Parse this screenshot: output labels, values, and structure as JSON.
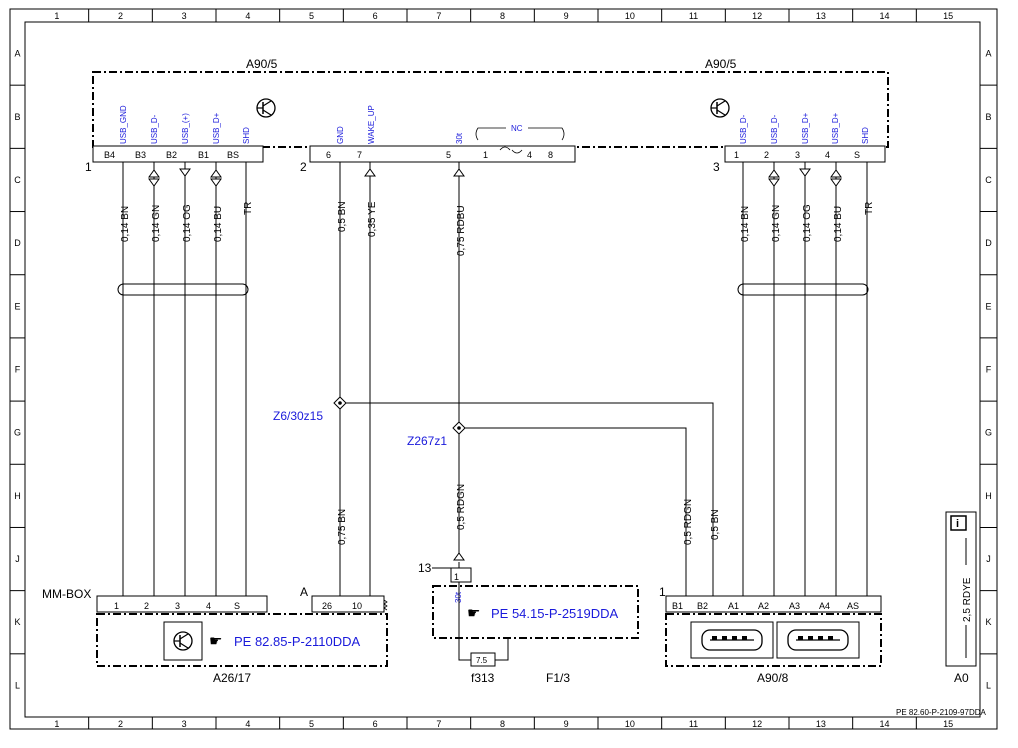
{
  "grid": {
    "columns": [
      "1",
      "2",
      "3",
      "4",
      "5",
      "6",
      "7",
      "8",
      "9",
      "10",
      "11",
      "12",
      "13",
      "14",
      "15"
    ],
    "rows": [
      "A",
      "B",
      "C",
      "D",
      "E",
      "F",
      "G",
      "H",
      "J",
      "K",
      "L"
    ]
  },
  "header": {
    "left_component": "A90/5",
    "right_component": "A90/5"
  },
  "connectors": {
    "c1": {
      "label": "1",
      "pins": [
        "B4",
        "B3",
        "B2",
        "B1",
        "BS"
      ],
      "signals": [
        "USB_GND",
        "USB_D-",
        "USB_(+)",
        "USB_D+",
        "SHD"
      ]
    },
    "c2": {
      "label": "2",
      "pins": [
        "6",
        "7",
        "5",
        "1",
        "4",
        "8"
      ],
      "signals": [
        "GND",
        "WAKE_UP",
        "30t"
      ],
      "nc": "NC"
    },
    "c3": {
      "label": "3",
      "pins": [
        "1",
        "2",
        "3",
        "4",
        "S"
      ],
      "signals": [
        "USB_D-",
        "USB_D-",
        "USB_D+",
        "USB_D+",
        "SHD"
      ]
    }
  },
  "wires": {
    "left": [
      "0,14 BN",
      "0,14 GN",
      "0,14 OG",
      "0,14 BU",
      "TR"
    ],
    "middle": [
      "0,5 BN",
      "0,35 YE",
      "0,75 RDBU"
    ],
    "right": [
      "0,14 BN",
      "0,14 GN",
      "0,14 OG",
      "0,14 BU",
      "TR"
    ],
    "lower": [
      "0,75 BN",
      "0,5 RDGN",
      "0,5 RDGN",
      "0,5 BN"
    ]
  },
  "splices": {
    "z1": "Z6/30z15",
    "z2": "Z267z1"
  },
  "mmbox": {
    "label": "MM-BOX",
    "pins": [
      "1",
      "2",
      "3",
      "4",
      "S"
    ],
    "conn_a": "A",
    "conn_a_pins": [
      "26",
      "10"
    ],
    "ref": "PE 82.85-P-2110DDA",
    "name": "A26/17"
  },
  "fuse": {
    "pin_label": "13",
    "pin": "1",
    "signal": "30t",
    "ref": "PE 54.15-P-2519DDA",
    "value": "7.5",
    "fuse_name": "f313",
    "box_name": "F1/3"
  },
  "a908": {
    "label": "1",
    "pins": [
      "B1",
      "B2",
      "A1",
      "A2",
      "A3",
      "A4",
      "AS"
    ],
    "name": "A90/8"
  },
  "legend": {
    "icon": "i",
    "wire": "2,5 RDYE",
    "name": "A0"
  },
  "footer_ref": "PE 82.60-P-2109-97DDA",
  "icons": [
    "transistor-symbol-icon",
    "info-icon",
    "pointing-hand-icon",
    "usb-port-icon"
  ]
}
